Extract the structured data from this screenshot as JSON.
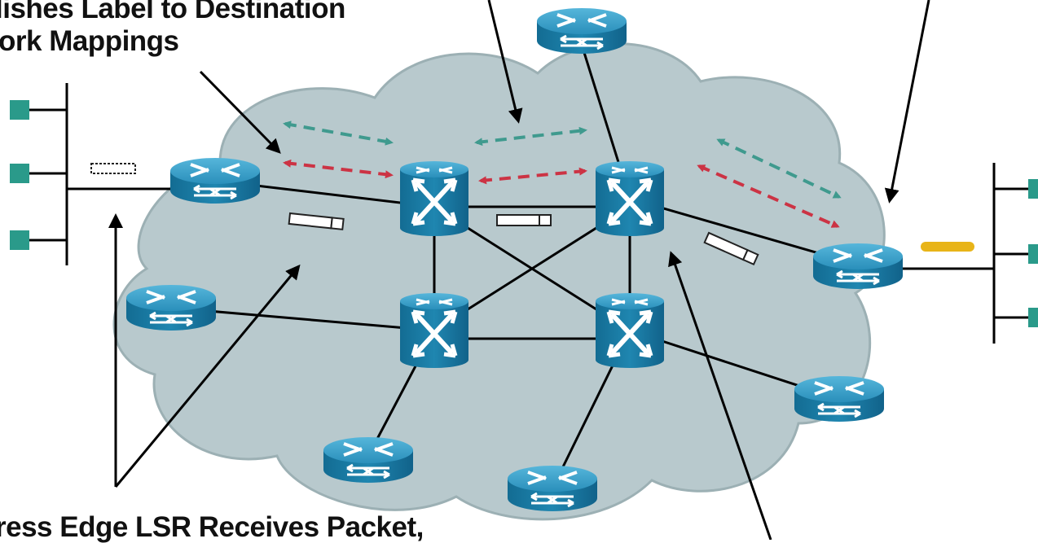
{
  "callouts": {
    "top_line1": "lishes Label to Destination",
    "top_line2": "ork Mappings",
    "bottom_line": "ress Edge LSR Receives Packet,"
  },
  "colors": {
    "cloud_fill": "#b7c8cc",
    "cloud_stroke": "#98adb2",
    "router_body": "#1a7fa6",
    "router_top": "#3aa0c8",
    "arrow_teal": "#3f9a8e",
    "arrow_red": "#cc3344",
    "host_square": "#2a9a8a",
    "packet_label": "#e8b418",
    "link_line": "#000000"
  },
  "icons": [
    "edge-router-icon",
    "core-switch-icon",
    "host-icon",
    "labeled-packet-icon",
    "label-icon"
  ]
}
